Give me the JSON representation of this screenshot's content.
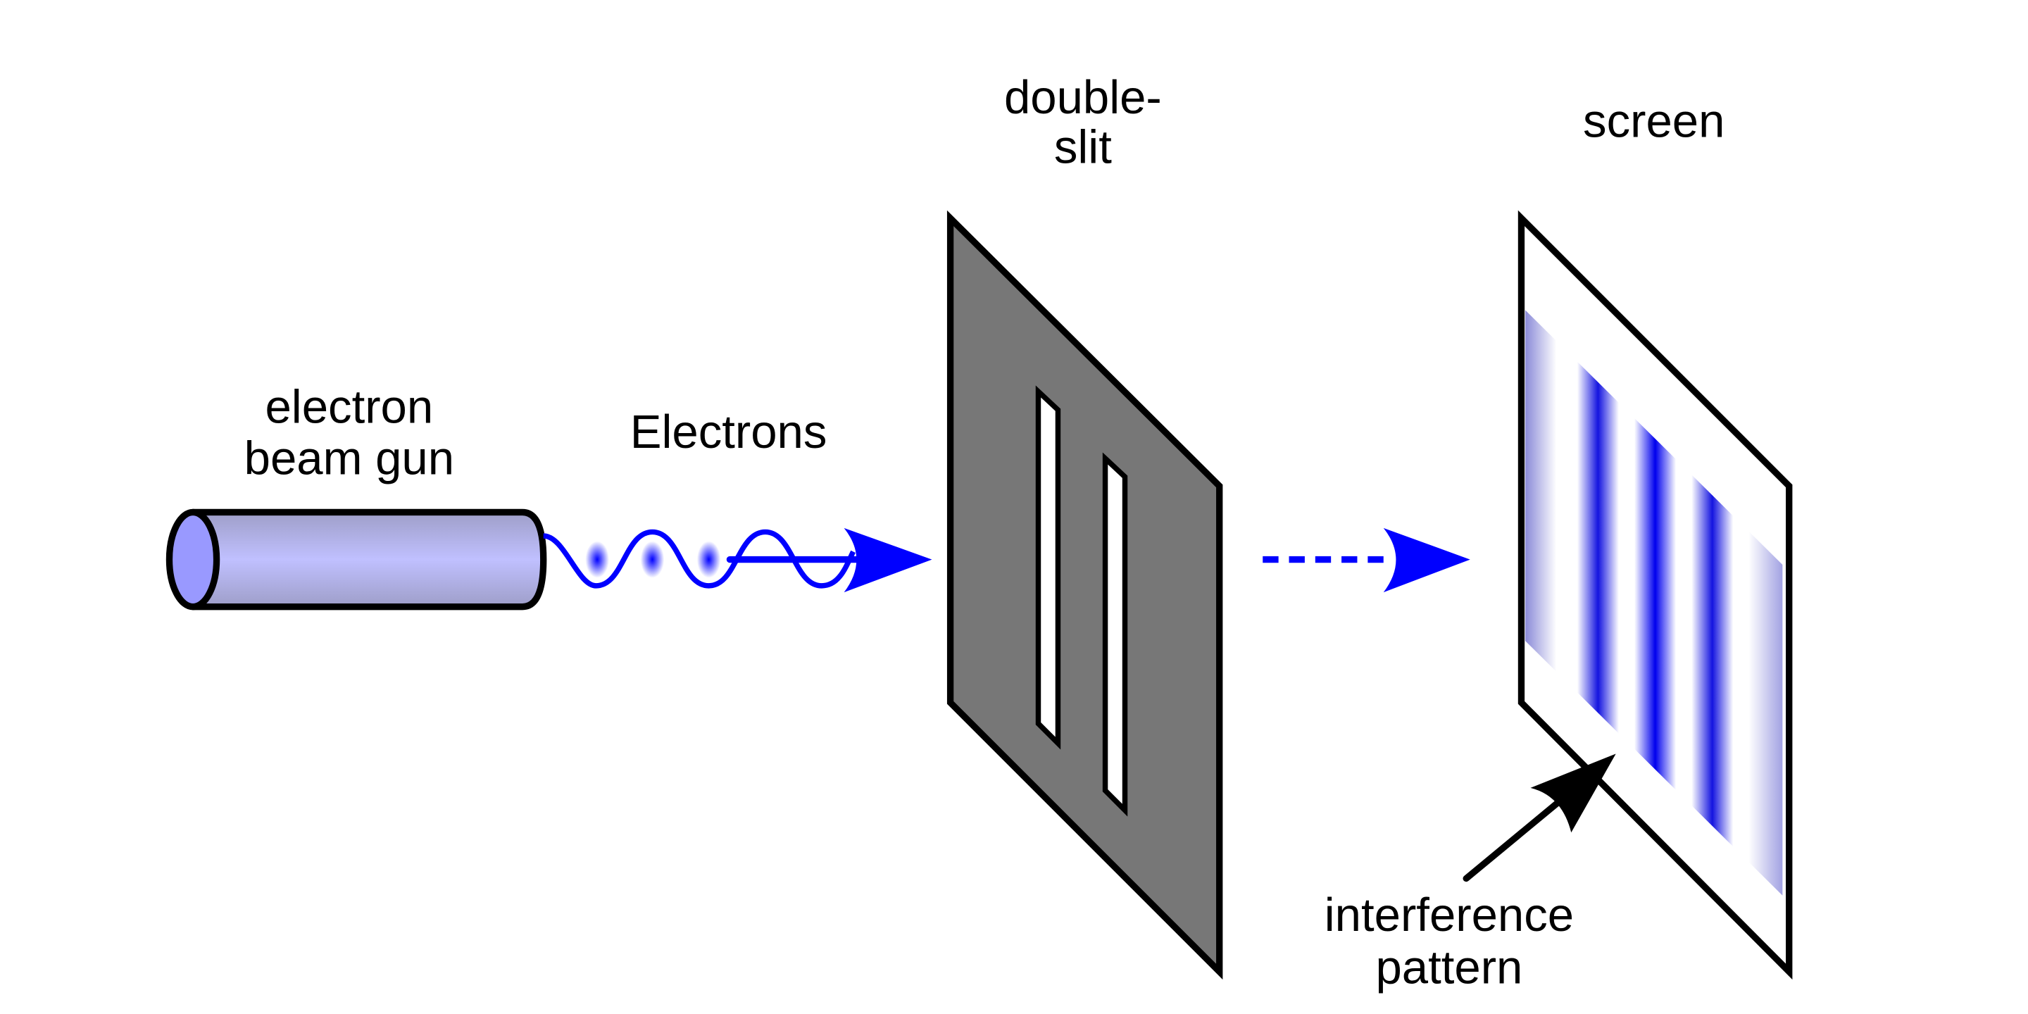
{
  "labels": {
    "double_slit_line1": "double-",
    "double_slit_line2": "slit",
    "screen": "screen",
    "gun_line1": "electron",
    "gun_line2": "beam gun",
    "electrons": "Electrons",
    "pattern_line1": "interference",
    "pattern_line2": "pattern"
  },
  "colors": {
    "beam": "#0000ff",
    "plate": "#777777",
    "gun_body": "#c0c0ff",
    "gun_end": "#9999ff"
  }
}
